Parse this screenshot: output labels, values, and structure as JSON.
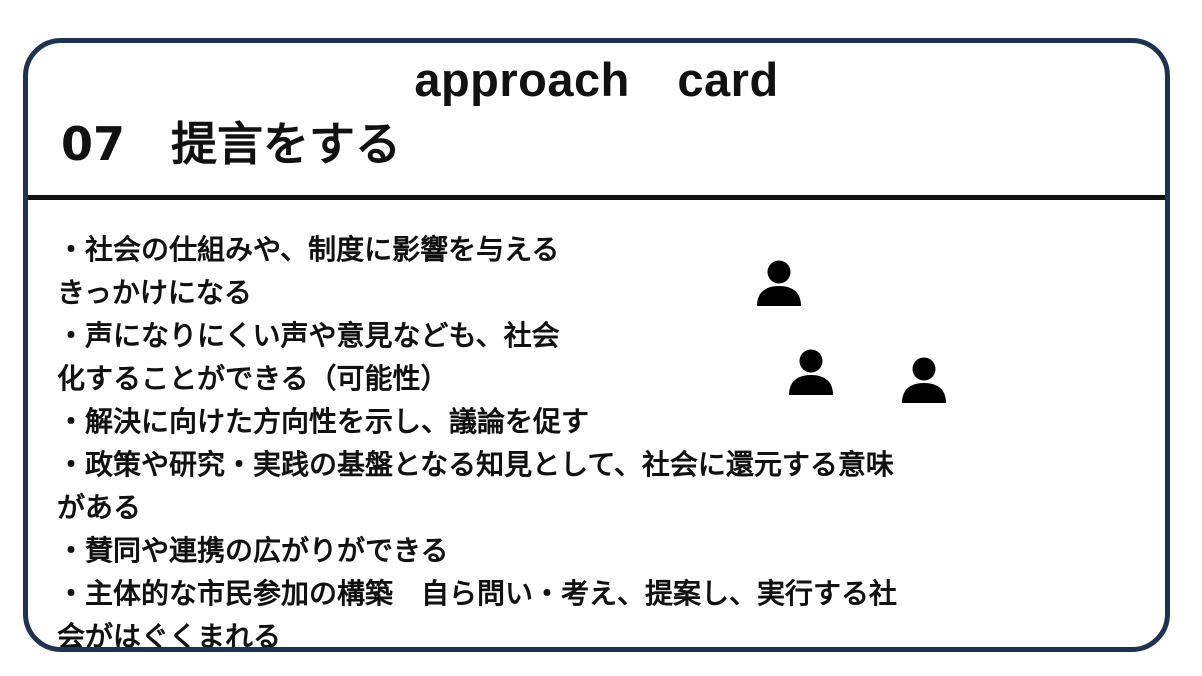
{
  "card": {
    "label": "approach　card",
    "title": "07　提言をする",
    "lines": [
      "・社会の仕組みや、制度に影響を与える",
      "きっかけになる",
      "・声になりにくい声や意見なども、社会",
      "化することができる（可能性）",
      "・解決に向けた方向性を示し、議論を促す",
      "・政策や研究・実践の基盤となる知見として、社会に還元する意味",
      "がある",
      "・賛同や連携の広がりができる",
      "・主体的な市民参加の構築　自ら問い・考え、提案し、実行する社",
      "会がはぐくまれる"
    ],
    "icons": [
      "person-icon",
      "person-icon",
      "person-icon"
    ]
  },
  "colors": {
    "border": "#1f3350",
    "text": "#111111",
    "background": "#ffffff"
  }
}
